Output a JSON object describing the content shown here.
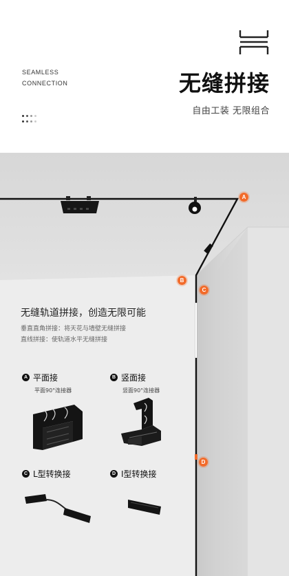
{
  "header": {
    "logo_icon": "connector-symbol-icon",
    "en_line1": "SEAMLESS",
    "en_line2": "CONNECTION",
    "title": "无缝拼接",
    "subtitle": "自由工装 无限组合"
  },
  "markers": {
    "a": "A",
    "b": "B",
    "c": "C",
    "d": "D"
  },
  "intro": {
    "headline": "无缝轨道拼接，创造无限可能",
    "line1": "垂直直角拼接：将天花与墙壁无缝拼接",
    "line2": "直线拼接：使轨道水平无缝拼接"
  },
  "items": [
    {
      "badge": "A",
      "title": "平面接",
      "subtitle": "平面90°连接器",
      "icon": "flat-corner-connector-icon"
    },
    {
      "badge": "B",
      "title": "竖面接",
      "subtitle": "竖面90°连接器",
      "icon": "vertical-corner-connector-icon"
    },
    {
      "badge": "C",
      "title": "L型转换接",
      "icon": "l-type-flexible-connector-icon"
    },
    {
      "badge": "D",
      "title": "I型转换接",
      "icon": "i-type-straight-connector-icon"
    }
  ],
  "colors": {
    "accent": "#f26b2a",
    "track": "#111111",
    "background_wall": "#e3e3e3"
  }
}
